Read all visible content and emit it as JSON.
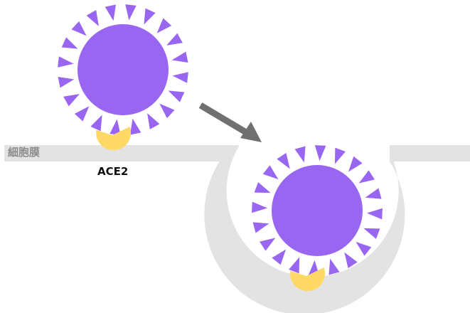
{
  "labels": {
    "membrane": "細胞膜",
    "receptor": "ACE2"
  },
  "colors": {
    "virus": "#9966F2",
    "spike": "#9966F2",
    "receptor": "#FFD866",
    "membrane": "#E3E3E3",
    "arrow": "#707070",
    "membrane_label": "#8C8C8C",
    "receptor_label": "#111111"
  },
  "virus": {
    "spike_count": 20
  }
}
